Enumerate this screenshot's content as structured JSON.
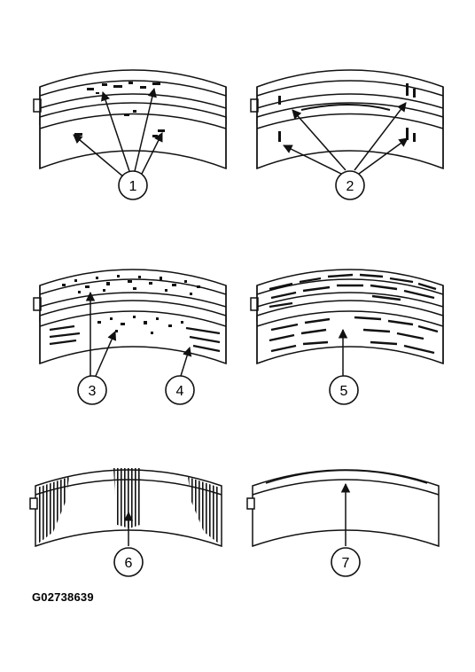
{
  "callouts": [
    "1",
    "2",
    "3",
    "4",
    "5",
    "6",
    "7"
  ],
  "figure_id": "G02738639",
  "colors": {
    "ink": "#111111",
    "paper": "#ffffff"
  }
}
